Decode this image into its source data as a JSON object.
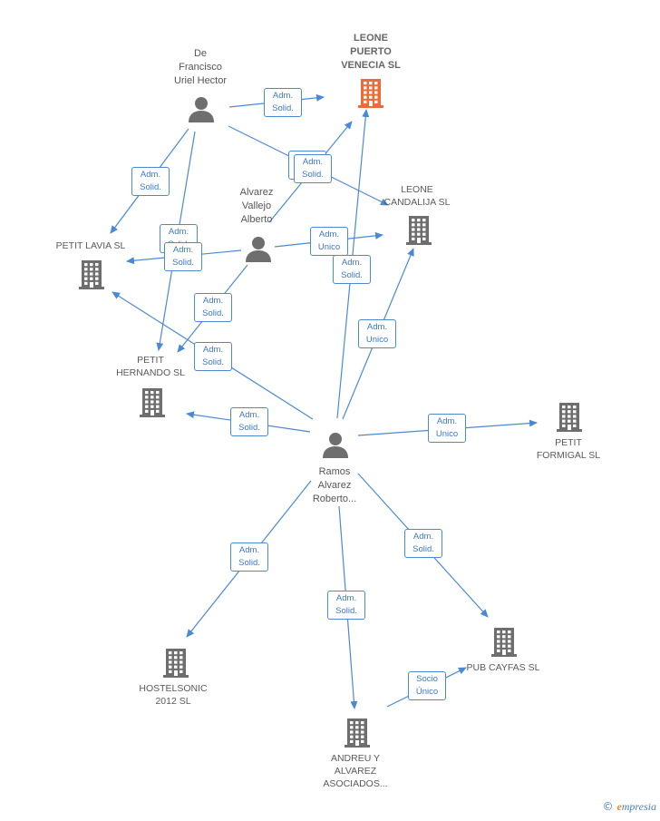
{
  "colors": {
    "edge": "#4a8ad4",
    "company": "#6e6e6e",
    "focus_company": "#f06a35",
    "person": "#6e6e6e"
  },
  "nodes": [
    {
      "id": "leone_puerto",
      "type": "company",
      "focus": true,
      "label": [
        "LEONE",
        "PUERTO",
        "VENECIA  SL"
      ],
      "icon": "building-icon"
    },
    {
      "id": "de_francisco",
      "type": "person",
      "label": [
        "De",
        "Francisco",
        "Uriel Hector"
      ],
      "icon": "person-icon"
    },
    {
      "id": "leone_candalija",
      "type": "company",
      "label": [
        "LEONE",
        "CANDALIJA  SL"
      ],
      "icon": "building-icon"
    },
    {
      "id": "alvarez_vallejo",
      "type": "person",
      "label": [
        "Alvarez",
        "Vallejo",
        "Alberto"
      ],
      "icon": "person-icon"
    },
    {
      "id": "petit_lavia",
      "type": "company",
      "label": [
        "PETIT LAVIA  SL"
      ],
      "icon": "building-icon"
    },
    {
      "id": "petit_hernando",
      "type": "company",
      "label": [
        "PETIT",
        "HERNANDO  SL"
      ],
      "icon": "building-icon"
    },
    {
      "id": "petit_formigal",
      "type": "company",
      "label": [
        "PETIT",
        "FORMIGAL  SL"
      ],
      "icon": "building-icon"
    },
    {
      "id": "ramos_alvarez",
      "type": "person",
      "label": [
        "Ramos",
        "Alvarez",
        "Roberto..."
      ],
      "icon": "person-icon"
    },
    {
      "id": "hostelsonic",
      "type": "company",
      "label": [
        "HOSTELSONIC",
        "2012 SL"
      ],
      "icon": "building-icon"
    },
    {
      "id": "pub_cayfas",
      "type": "company",
      "label": [
        "PUB CAYFAS SL"
      ],
      "icon": "building-icon"
    },
    {
      "id": "andreu_alvarez",
      "type": "company",
      "label": [
        "ANDREU Y",
        "ALVAREZ",
        "ASOCIADOS..."
      ],
      "icon": "building-icon"
    }
  ],
  "edges": [
    {
      "from": "de_francisco",
      "to": "leone_puerto",
      "label": [
        "Adm.",
        "Solid."
      ]
    },
    {
      "from": "de_francisco",
      "to": "leone_candalija",
      "label": [
        "Adm.",
        "Solid."
      ]
    },
    {
      "from": "de_francisco",
      "to": "petit_lavia",
      "label": [
        "Adm.",
        "Solid."
      ]
    },
    {
      "from": "de_francisco",
      "to": "petit_hernando",
      "label": [
        "Adm.",
        "Solid."
      ]
    },
    {
      "from": "alvarez_vallejo",
      "to": "leone_puerto",
      "label": [
        "Adm.",
        "Solid."
      ]
    },
    {
      "from": "alvarez_vallejo",
      "to": "leone_candalija",
      "label": [
        "Adm.",
        "Unico"
      ]
    },
    {
      "from": "alvarez_vallejo",
      "to": "petit_lavia",
      "label": [
        "Adm.",
        "Solid."
      ]
    },
    {
      "from": "alvarez_vallejo",
      "to": "petit_hernando",
      "label": [
        "Adm.",
        "Solid."
      ]
    },
    {
      "from": "ramos_alvarez",
      "to": "leone_puerto",
      "label": [
        "Adm.",
        "Solid."
      ]
    },
    {
      "from": "ramos_alvarez",
      "to": "leone_candalija",
      "label": [
        "Adm.",
        "Unico"
      ]
    },
    {
      "from": "ramos_alvarez",
      "to": "petit_lavia",
      "label": [
        "Adm.",
        "Solid."
      ]
    },
    {
      "from": "ramos_alvarez",
      "to": "petit_hernando",
      "label": [
        "Adm.",
        "Solid."
      ]
    },
    {
      "from": "ramos_alvarez",
      "to": "petit_formigal",
      "label": [
        "Adm.",
        "Unico"
      ]
    },
    {
      "from": "ramos_alvarez",
      "to": "hostelsonic",
      "label": [
        "Adm.",
        "Solid."
      ]
    },
    {
      "from": "ramos_alvarez",
      "to": "andreu_alvarez",
      "label": [
        "Adm.",
        "Solid."
      ]
    },
    {
      "from": "ramos_alvarez",
      "to": "pub_cayfas",
      "label": [
        "Adm.",
        "Solid."
      ]
    },
    {
      "from": "andreu_alvarez",
      "to": "pub_cayfas",
      "label": [
        "Socio",
        "Único"
      ]
    }
  ],
  "brand": {
    "copyright": "©",
    "name_initial": "e",
    "name_rest": "mpresia"
  }
}
